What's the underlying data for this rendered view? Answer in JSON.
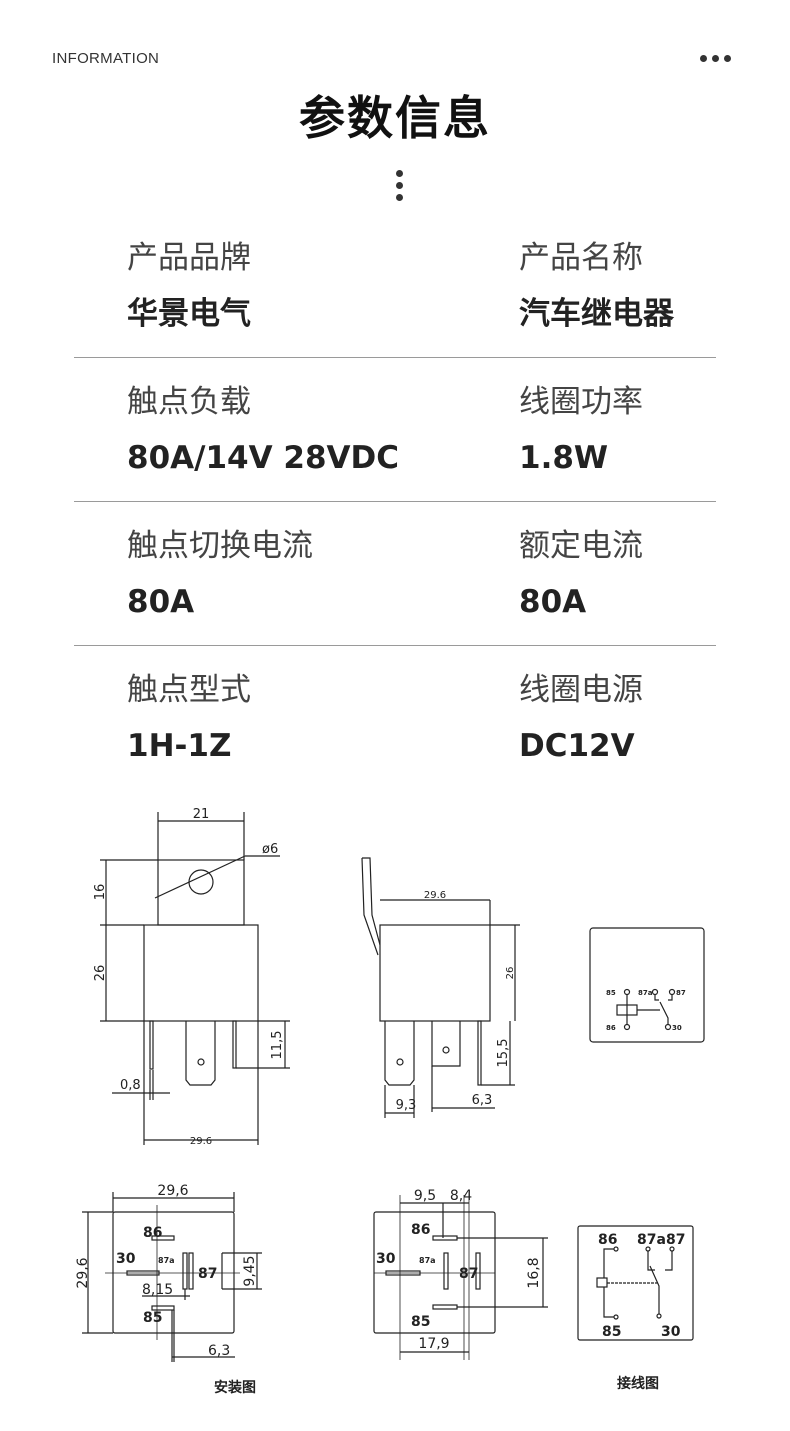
{
  "header": {
    "section_label": "INFORMATION",
    "more_icon": "ellipsis-icon"
  },
  "title": "参数信息",
  "specs": [
    [
      {
        "label": "产品品牌",
        "value": "华景电气"
      },
      {
        "label": "产品名称",
        "value": "汽车继电器"
      }
    ],
    [
      {
        "label": "触点负载",
        "value": "80A/14V 28VDC"
      },
      {
        "label": "线圈功率",
        "value": "1.8W"
      }
    ],
    [
      {
        "label": "触点切换电流",
        "value": "80A"
      },
      {
        "label": "额定电流",
        "value": "80A"
      }
    ],
    [
      {
        "label": "触点型式",
        "value": "1H-1Z"
      },
      {
        "label": "线圈电源",
        "value": "DC12V"
      }
    ]
  ],
  "drawings": {
    "front": {
      "width": "21",
      "hole": "ø6",
      "tab_h": "16",
      "body_h": "26",
      "pin_len": "11,5",
      "pin_w": "0,8",
      "body_w": "29.6"
    },
    "side": {
      "body_w": "29.6",
      "body_h": "26",
      "pin_len": "15,5",
      "blade_w": "9,3",
      "blade_w2": "6,3"
    },
    "schematic_small": {
      "p1": "85",
      "p2": "87a",
      "p3": "87",
      "p4": "86",
      "p5": "30"
    },
    "mount": {
      "w": "29,6",
      "h": "29,6",
      "d1": "9,45",
      "d2": "8,15",
      "d3": "6,3",
      "p86": "86",
      "p30": "30",
      "p87a": "87a",
      "p87": "87",
      "p85": "85",
      "caption": "安装图"
    },
    "bottom": {
      "d1": "9,5",
      "d2": "8,4",
      "d3": "16,8",
      "d4": "17,9",
      "p86": "86",
      "p30": "30",
      "p87a": "87a",
      "p87": "87",
      "p85": "85"
    },
    "wiring": {
      "p86": "86",
      "p87a": "87a",
      "p87": "87",
      "p85": "85",
      "p30": "30",
      "caption": "接线图"
    }
  }
}
